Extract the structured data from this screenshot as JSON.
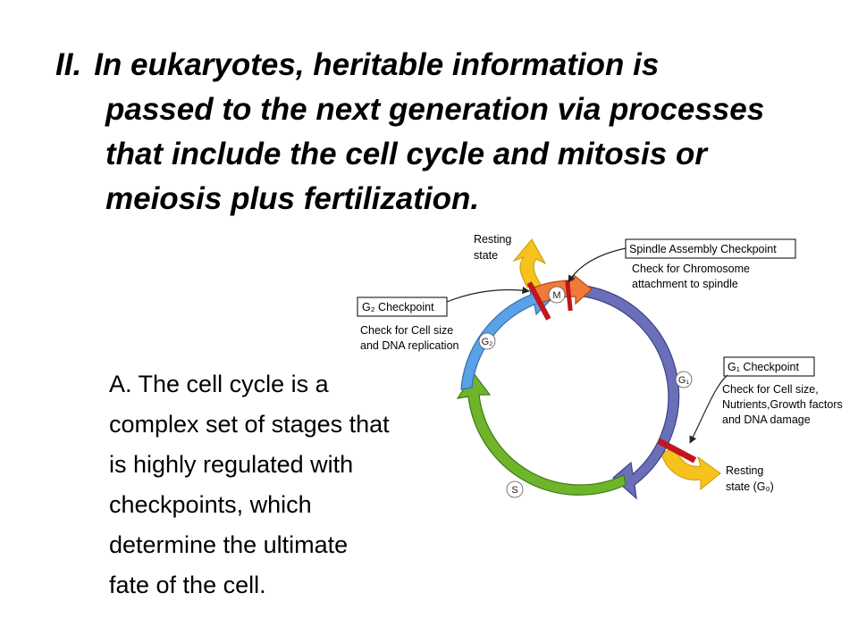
{
  "heading": {
    "roman": "II.",
    "lines": [
      "In eukaryotes, heritable information is",
      "passed to the next generation via processes",
      "that include the cell cycle and mitosis or",
      "meiosis plus fertilization."
    ]
  },
  "body": {
    "lines": [
      "A. The cell cycle is a",
      "complex set of stages that",
      "is highly regulated with",
      "checkpoints, which",
      "determine the ultimate",
      "fate of the cell."
    ]
  },
  "diagram": {
    "phases": {
      "m": "M",
      "g1": "G₁",
      "s": "S",
      "g2": "G₂"
    },
    "resting_top": [
      "Resting",
      "state"
    ],
    "resting_bottom": [
      "Resting",
      "state (G₀)"
    ],
    "spindle": {
      "title": "Spindle Assembly Checkpoint",
      "desc": [
        "Check for Chromosome",
        "attachment to spindle"
      ]
    },
    "g2_checkpoint": {
      "title": "G₂ Checkpoint",
      "desc": [
        "Check for Cell size",
        "and DNA replication"
      ]
    },
    "g1_checkpoint": {
      "title": "G₁ Checkpoint",
      "desc": [
        "Check for Cell size,",
        "Nutrients,Growth factors",
        "and DNA damage"
      ]
    },
    "colors": {
      "m": "#f07a3a",
      "g1": "#6a6fb8",
      "s": "#6fb52c",
      "g2": "#5aa2e6",
      "resting": "#f7c21c",
      "checkpoint_bar": "#c0161d"
    }
  }
}
